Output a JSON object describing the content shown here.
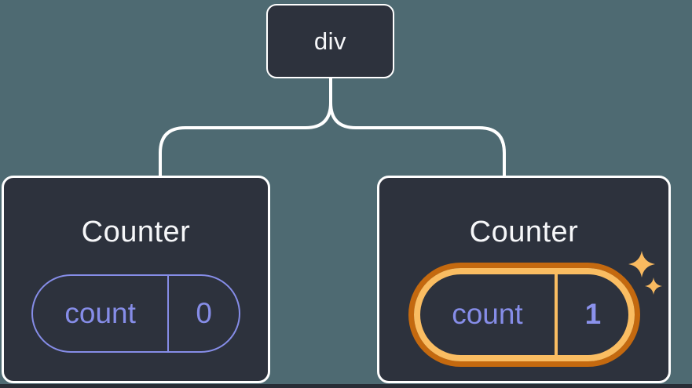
{
  "colors": {
    "page-bg": "#4e6a72",
    "card-bg": "#2d323d",
    "card-border": "#ffffff",
    "connector": "#ffffff",
    "title-text": "#f6f7f9",
    "accent-lavender": "#868de8",
    "accent-lavender-bold": "#8b92ec",
    "highlight-orange-dark": "#c4690f",
    "highlight-orange-light": "#fabd62",
    "sparkle": "#f9ba60",
    "bottom-strip": "#282d36"
  },
  "tree": {
    "root": {
      "label": "div"
    },
    "children": [
      {
        "title": "Counter",
        "state": {
          "key": "count",
          "value": "0"
        },
        "highlighted": false
      },
      {
        "title": "Counter",
        "state": {
          "key": "count",
          "value": "1"
        },
        "highlighted": true
      }
    ]
  },
  "icons": {
    "sparkles": {
      "name": "sparkles-icon",
      "glyph": "✦",
      "meaning": "state-updated"
    }
  }
}
